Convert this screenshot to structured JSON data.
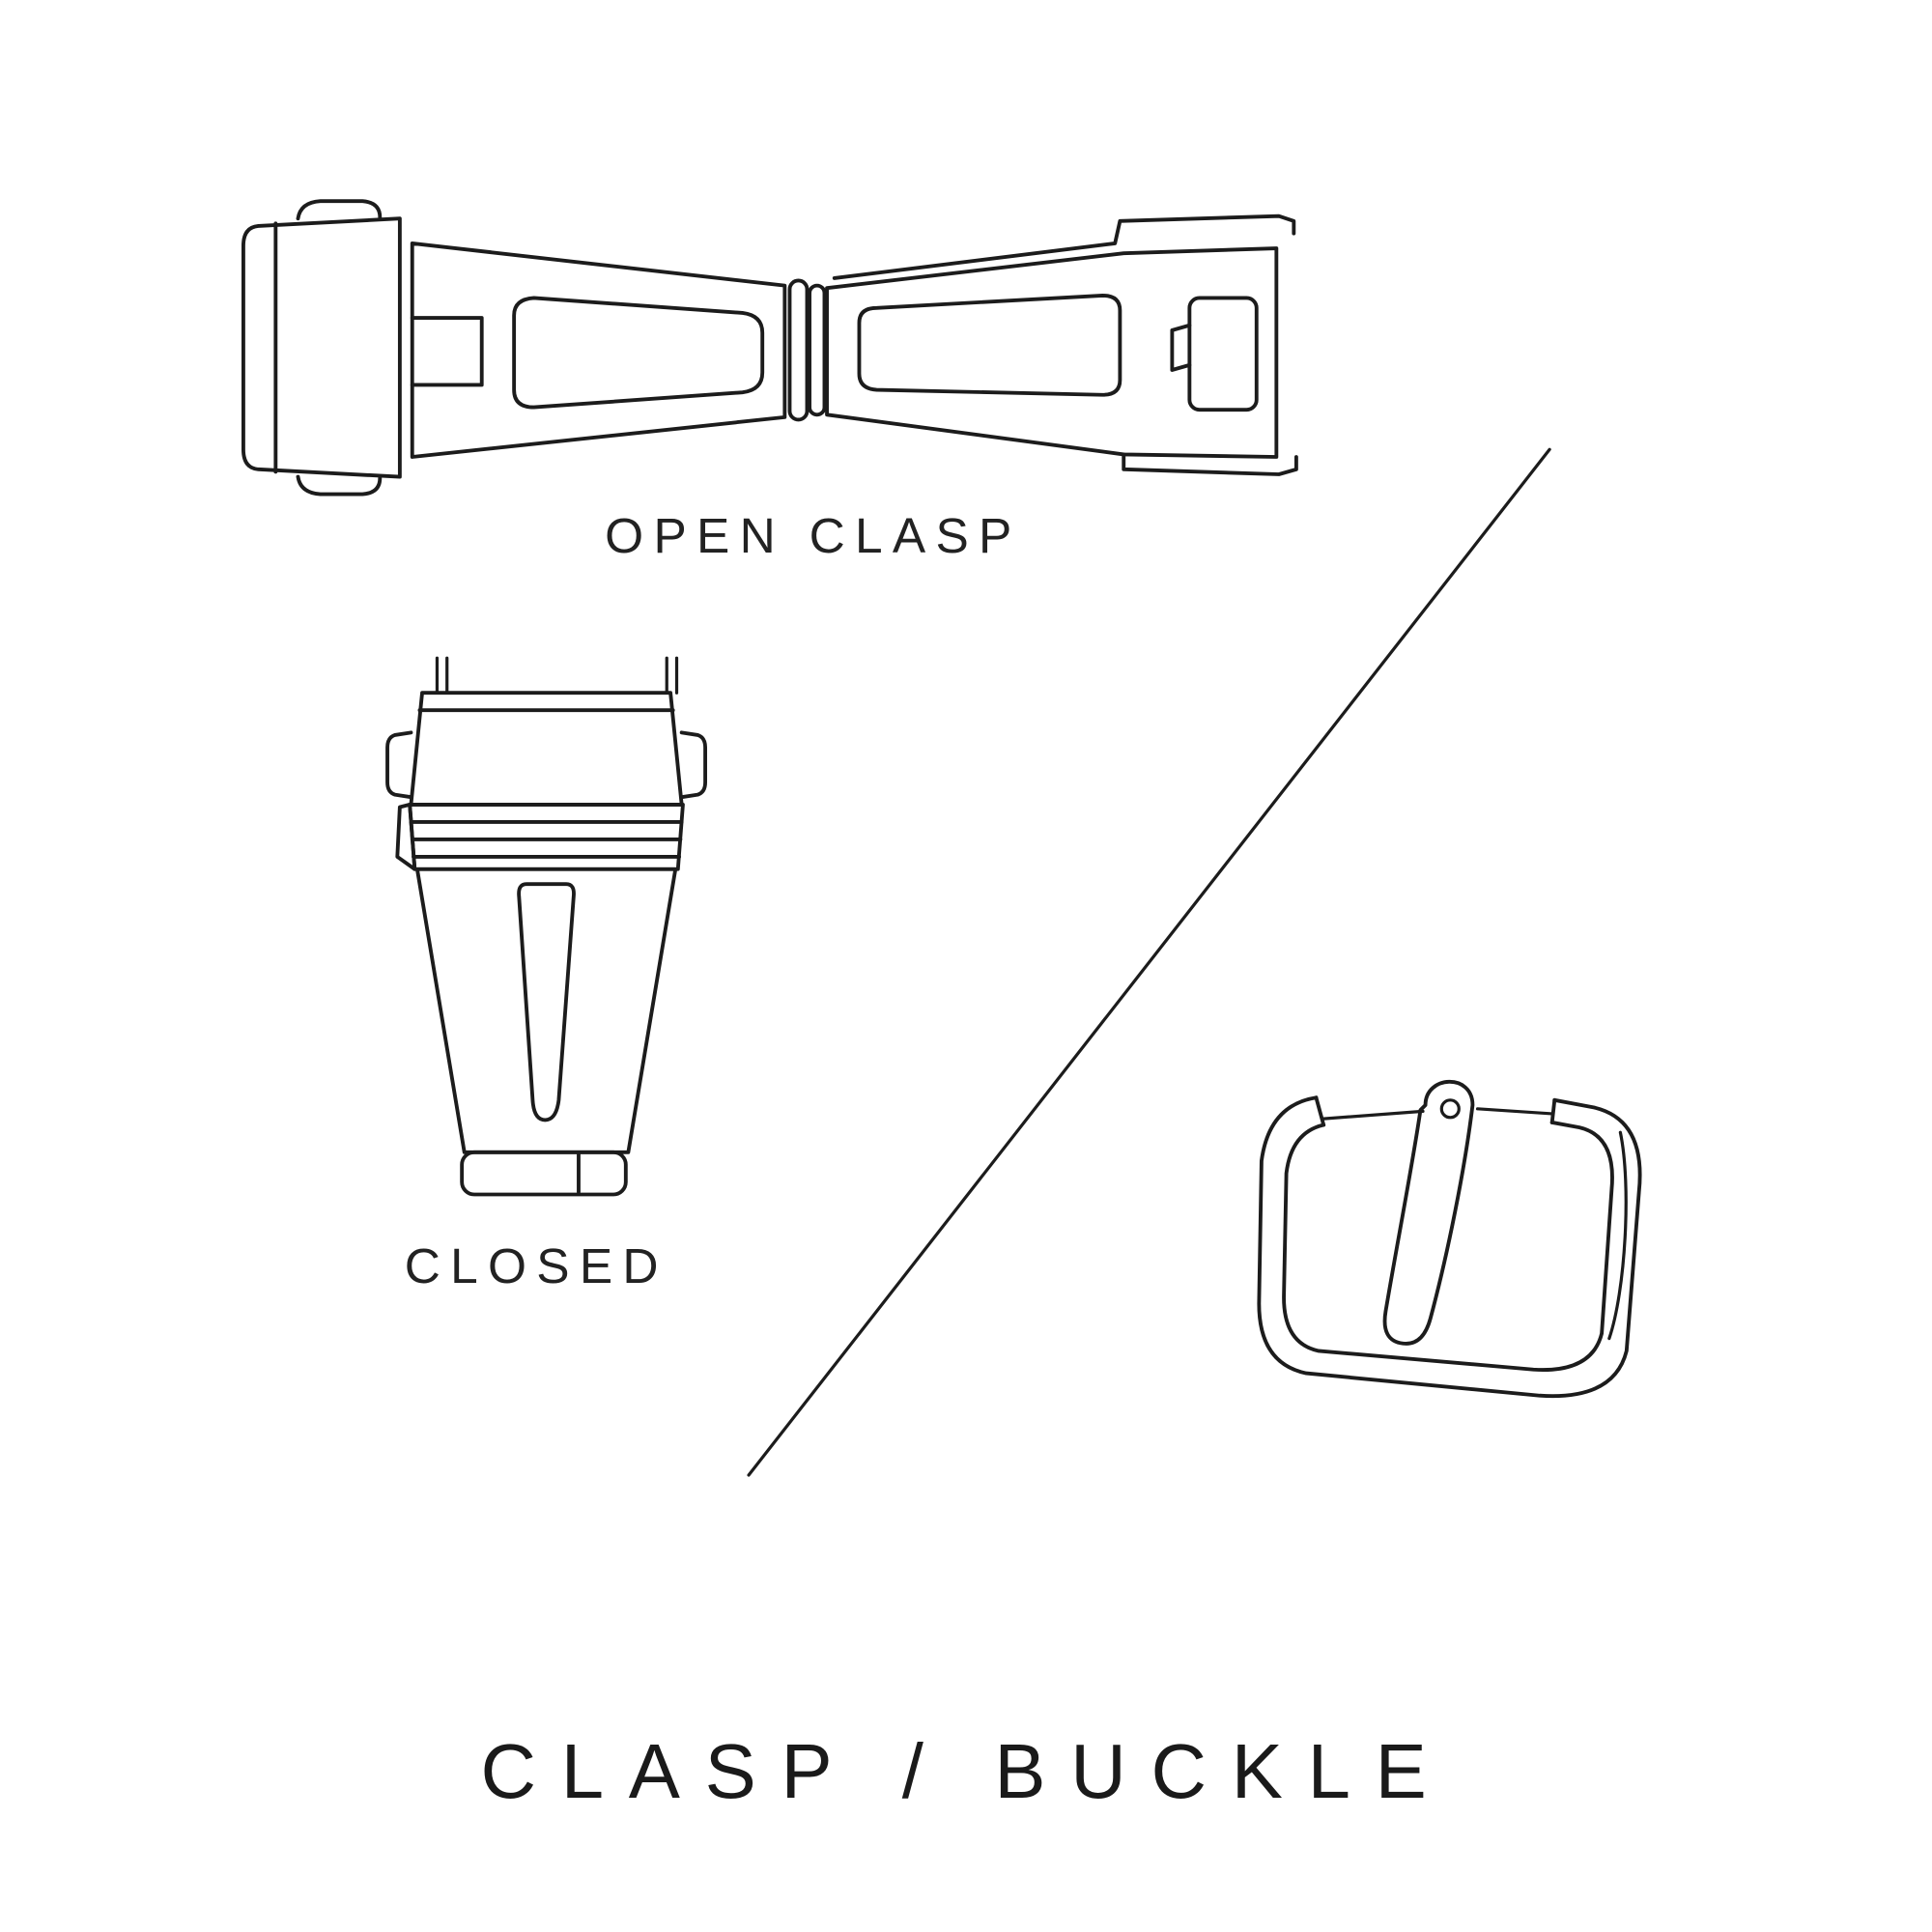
{
  "page": {
    "background_color": "#ffffff",
    "ink_color": "#1c1c1c",
    "title": "CLASP / BUCKLE"
  },
  "figures": {
    "open_clasp": {
      "label": "OPEN CLASP"
    },
    "closed_clasp": {
      "label": "CLOSED"
    },
    "tang_buckle": {
      "label": ""
    }
  }
}
